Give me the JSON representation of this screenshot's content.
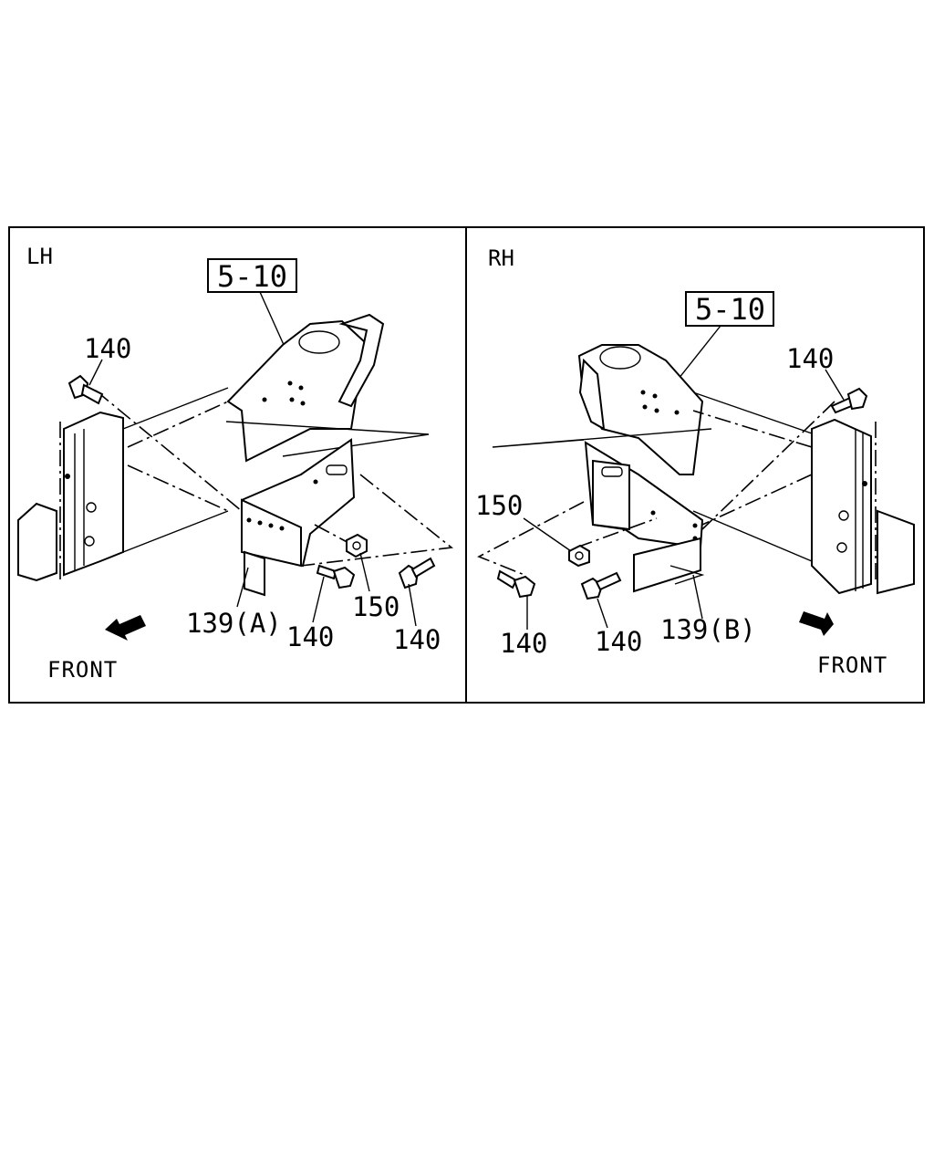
{
  "panels": {
    "left": {
      "side_label": "LH",
      "ref_box": "5-10",
      "callouts": {
        "bolt_top": "140",
        "bracket": "139(A)",
        "bolt_lower": "140",
        "nut": "150",
        "bolt_right": "140"
      },
      "front_label": "FRONT"
    },
    "right": {
      "side_label": "RH",
      "ref_box": "5-10",
      "callouts": {
        "bolt_top": "140",
        "nut": "150",
        "bolt_left": "140",
        "bolt_mid": "140",
        "bracket": "139(B)"
      },
      "front_label": "FRONT"
    }
  },
  "icons": {
    "front_arrow_left": "arrow-down-left-icon",
    "front_arrow_right": "arrow-down-right-icon"
  }
}
